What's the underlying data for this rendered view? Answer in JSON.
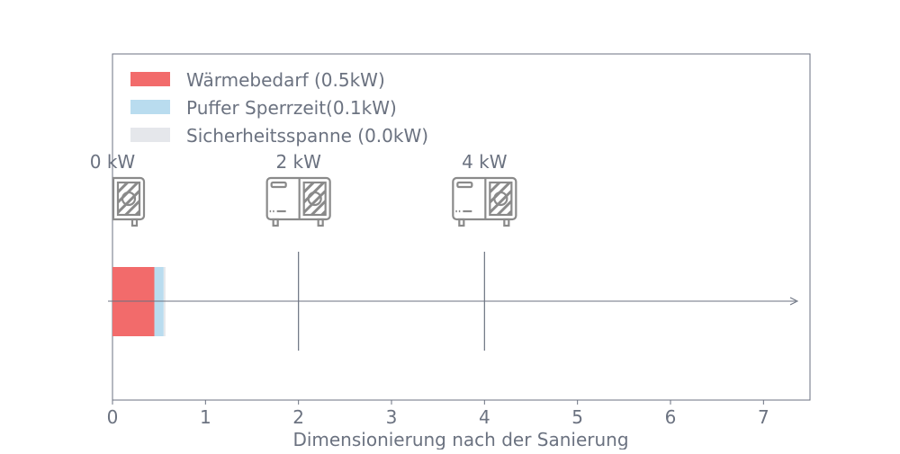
{
  "chart_data": {
    "type": "bar",
    "orientation": "horizontal-stacked",
    "title": "",
    "xlabel": "Dimensionierung nach der Sanierung",
    "ylabel": "",
    "xlim": [
      0,
      7.5
    ],
    "xticks": [
      "0",
      "1",
      "2",
      "3",
      "4",
      "5",
      "6",
      "7"
    ],
    "grid": false,
    "legend_position": "top-left",
    "series": [
      {
        "name": "Wärmebedarf (0.5kW)",
        "value": 0.45,
        "color": "#f26b6b"
      },
      {
        "name": "Puffer Sperrzeit(0.1kW)",
        "value": 0.1,
        "color": "#b9dcef"
      },
      {
        "name": "Sicherheitsspanne (0.0kW)",
        "value": 0.02,
        "color": "#e5e7eb"
      }
    ],
    "heat_pumps": [
      {
        "value": 0,
        "label": "0 kW"
      },
      {
        "value": 2,
        "label": "2 kW"
      },
      {
        "value": 4,
        "label": "4 kW"
      }
    ],
    "axis_color": "#6b7280",
    "icon_color": "#8a8a8a"
  }
}
